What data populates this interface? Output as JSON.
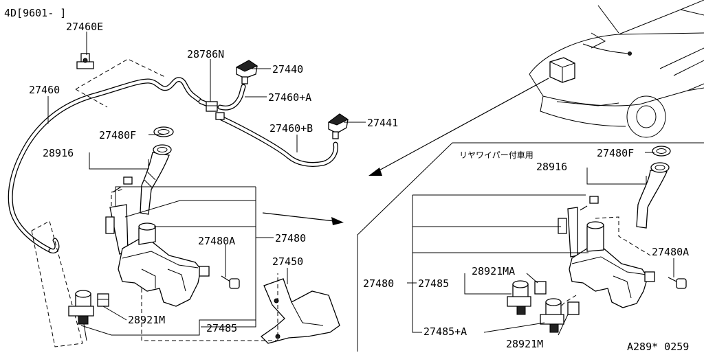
{
  "header": {
    "model_code": "4D[9601-     ]"
  },
  "footer": {
    "figure_code": "A289* 0259"
  },
  "inset": {
    "title": "リヤワイパー付車用"
  },
  "labels": {
    "p27460E": "27460E",
    "p27460": "27460",
    "p28786N": "28786N",
    "p27440": "27440",
    "p27460A": "27460+A",
    "p27460B": "27460+B",
    "p27441": "27441",
    "p27480F": "27480F",
    "p28916": "28916",
    "p27480A": "27480A",
    "p27480": "27480",
    "p27450": "27450",
    "p28921M": "28921M",
    "p27485": "27485",
    "r27480F": "27480F",
    "r28916": "28916",
    "r27480A": "27480A",
    "r27480": "27480",
    "r27485": "27485",
    "r28921MA": "28921MA",
    "r27485A": "27485+A",
    "r28921M": "28921M"
  }
}
